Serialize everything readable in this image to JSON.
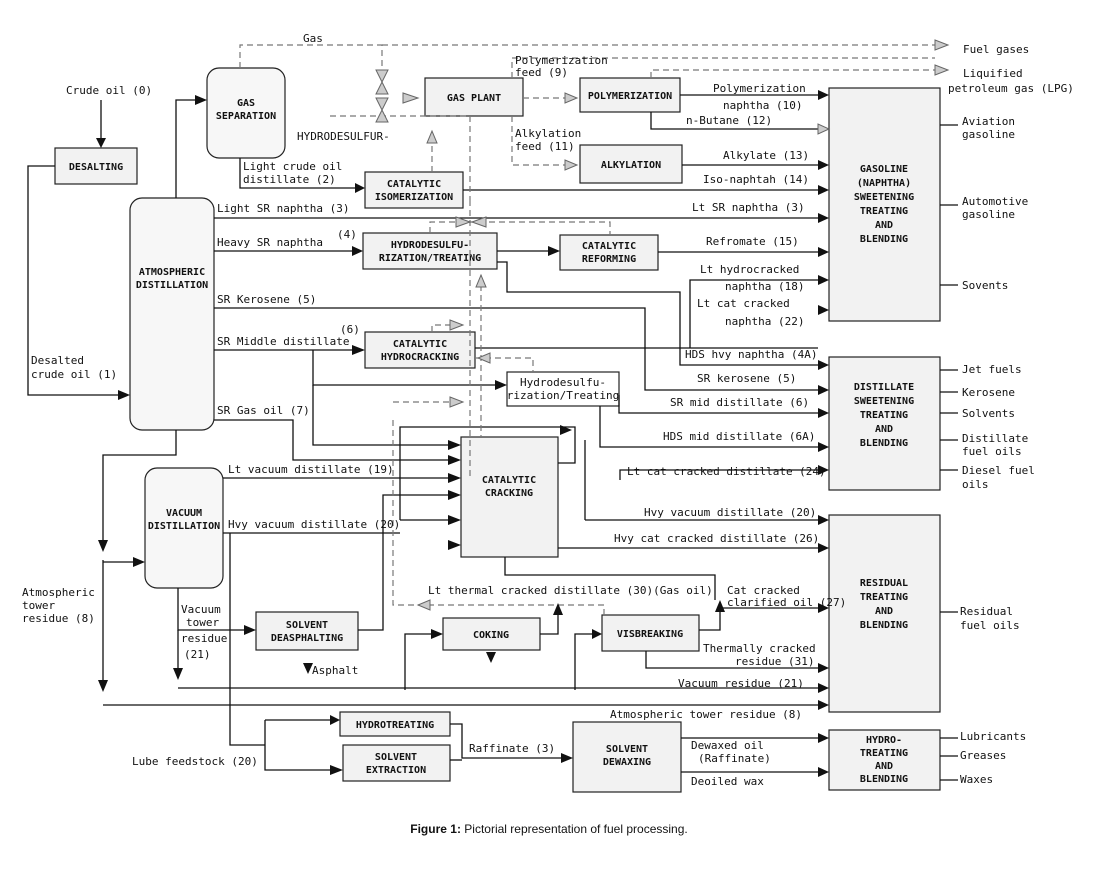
{
  "figure": {
    "caption_label": "Figure 1:",
    "caption_text": " Pictorial representation of fuel processing."
  },
  "units": {
    "desalting": "DESALTING",
    "gas_separation": [
      "GAS",
      "SEPARATION"
    ],
    "atmospheric_distillation": [
      "ATMOSPHERIC",
      "DISTILLATION"
    ],
    "vacuum_distillation": [
      "VACUUM",
      "DISTILLATION"
    ],
    "gas_plant": "GAS PLANT",
    "polymerization": "POLYMERIZATION",
    "alkylation": "ALKYLATION",
    "catalytic_isomerization": [
      "CATALYTIC",
      "ISOMERIZATION"
    ],
    "hydrodesulfurization_treating": [
      "HYDRODESULFU-",
      "RIZATION/TREATING"
    ],
    "catalytic_reforming": [
      "CATALYTIC",
      "REFORMING"
    ],
    "catalytic_hydrocracking": [
      "CATALYTIC",
      "HYDROCRACKING"
    ],
    "hydrodesulfurization_treating_2": [
      "Hydrodesulfu-",
      "rization/Treating"
    ],
    "catalytic_cracking": [
      "CATALYTIC",
      "CRACKING"
    ],
    "solvent_deasphalting": [
      "SOLVENT",
      "DEASPHALTING"
    ],
    "coking": "COKING",
    "visbreaking": "VISBREAKING",
    "hydrotreating": "HYDROTREATING",
    "solvent_extraction": [
      "SOLVENT",
      "EXTRACTION"
    ],
    "solvent_dewaxing": [
      "SOLVENT",
      "DEWAXING"
    ],
    "gasoline_blending": [
      "GASOLINE",
      "(NAPHTHA)",
      "SWEETENING",
      "TREATING",
      "AND",
      "BLENDING"
    ],
    "distillate_blending": [
      "DISTILLATE",
      "SWEETENING",
      "TREATING",
      "AND",
      "BLENDING"
    ],
    "residual_blending": [
      "RESIDUAL",
      "TREATING",
      "AND",
      "BLENDING"
    ],
    "lube_blending": [
      "HYDRO-",
      "TREATING",
      "AND",
      "BLENDING"
    ]
  },
  "streams": {
    "gas": "Gas",
    "crude_oil": "Crude oil (0)",
    "hydrodesulfur": "HYDRODESULFUR-",
    "light_crude_oil_distillate": [
      "Light crude oil",
      "distillate (2)"
    ],
    "light_sr_naphtha": "Light SR naphtha (3)",
    "heavy_sr_naphtha": "Heavy SR naphtha",
    "heavy_sr_naphtha_num": "(4)",
    "sr_kerosene": "SR Kerosene (5)",
    "sr_middle_distillate": "SR Middle distillate",
    "sr_middle_distillate_num": "(6)",
    "sr_gas_oil": "SR Gas oil (7)",
    "desalted_crude_oil": [
      "Desalted",
      "crude oil (1)"
    ],
    "lt_vacuum_distillate": "Lt vacuum distillate (19)",
    "hvy_vacuum_distillate": "Hvy vacuum distillate (20)",
    "atmospheric_tower_residue": [
      "Atmospheric",
      "tower",
      "residue (8)"
    ],
    "vacuum_tower_residue": [
      "Vacuum",
      "tower",
      "residue",
      "(21)"
    ],
    "asphalt": "Asphalt",
    "lube_feedstock": "Lube feedstock (20)",
    "raffinate": "Raffinate (3)",
    "polymerization_feed": [
      "Polymerization",
      "feed (9)"
    ],
    "alkylation_feed": [
      "Alkylation",
      "feed (11)"
    ],
    "polymerization_naphtha": [
      "Polymerization",
      "naphtha (10)"
    ],
    "n_butane": "n-Butane (12)",
    "alkylate": "Alkylate (13)",
    "iso_naphtah": "Iso-naphtah (14)",
    "lt_sr_naphtha": "Lt SR naphtha (3)",
    "refromate": "Refromate (15)",
    "lt_hydrocracked_naphtha": [
      "Lt hydrocracked",
      "naphtha (18)"
    ],
    "lt_cat_cracked_naphtha": [
      "Lt cat cracked",
      "naphtha (22)"
    ],
    "hds_hvy_naphtha": "HDS hvy naphtha (4A)",
    "sr_kerosene_out": "SR kerosene (5)",
    "sr_mid_distillate_out": "SR mid distillate (6)",
    "hds_mid_distillate": "HDS mid distillate (6A)",
    "lt_cat_cracked_distillate": "Lt cat cracked distillate (24)",
    "hvy_vacuum_distillate_out": "Hvy vacuum distillate (20)",
    "hvy_cat_cracked_distillate": "Hvy cat cracked distillate (26)",
    "lt_thermal_cracked_distillate": "Lt thermal cracked distillate (30)(Gas oil)",
    "cat_cracked_clarified_oil": [
      "Cat cracked",
      "clarified oil (27)"
    ],
    "thermally_cracked_residue": [
      "Thermally cracked",
      "residue (31)"
    ],
    "vacuum_residue": "Vacuum residue (21)",
    "atmospheric_tower_residue_out": "Atmospheric tower residue (8)",
    "dewaxed_oil": [
      "Dewaxed oil",
      "(Raffinate)"
    ],
    "deoiled_wax": "Deoiled wax"
  },
  "products": {
    "fuel_gases": "Fuel gases",
    "lpg": [
      "Liquified",
      "petroleum gas (LPG)"
    ],
    "aviation_gasoline": [
      "Aviation",
      "gasoline"
    ],
    "automotive_gasoline": [
      "Automotive",
      "gasoline"
    ],
    "sovents": "Sovents",
    "jet_fuels": "Jet fuels",
    "kerosene": "Kerosene",
    "solvents": "Solvents",
    "distillate_fuel_oils": [
      "Distillate",
      "fuel oils"
    ],
    "diesel_fuel_oils": [
      "Diesel fuel",
      "oils"
    ],
    "residual_fuel_oils": [
      "Residual",
      "fuel oils"
    ],
    "lubricants": "Lubricants",
    "greases": "Greases",
    "waxes": "Waxes"
  }
}
